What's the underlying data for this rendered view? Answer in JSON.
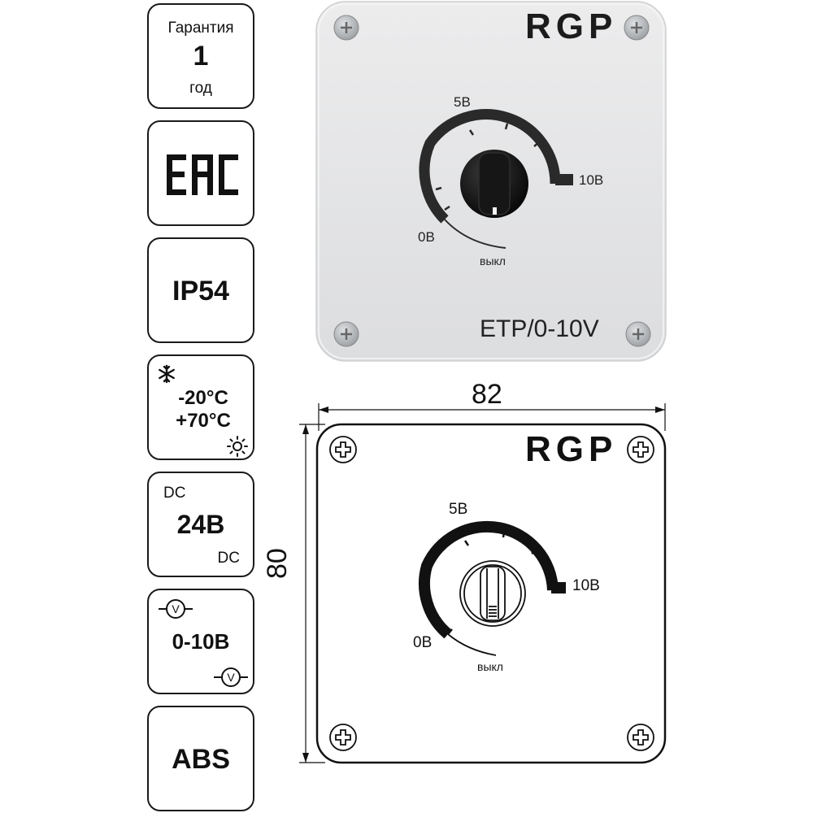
{
  "badges": {
    "warranty": {
      "label": "Гарантия",
      "value": "1",
      "unit": "год"
    },
    "cert": {
      "mark": "EAC"
    },
    "protection": {
      "value": "IP54"
    },
    "temperature": {
      "min": "-20°C",
      "max": "+70°C",
      "icons": [
        "snowflake-icon",
        "sun-icon"
      ]
    },
    "power": {
      "top": "DC",
      "value": "24В",
      "bottom": "DC"
    },
    "signal": {
      "value": "0-10В",
      "icons": [
        "voltmeter-icon",
        "voltmeter-icon"
      ]
    },
    "material": {
      "value": "ABS"
    }
  },
  "device_photo": {
    "brand": "RGP",
    "scale_mid": "5В",
    "scale_max": "10В",
    "scale_min": "0В",
    "off_label": "выкл",
    "model": "ETP/0-10V"
  },
  "drawing": {
    "width": "82",
    "height": "80",
    "brand": "RGP",
    "scale_mid": "5В",
    "scale_max": "10В",
    "scale_min": "0В",
    "off_label": "выкл"
  },
  "colors": {
    "housing": "#e7e8e9",
    "outline": "#1a1a1a",
    "knob": "#111111",
    "screw": "#b9bcbf"
  }
}
